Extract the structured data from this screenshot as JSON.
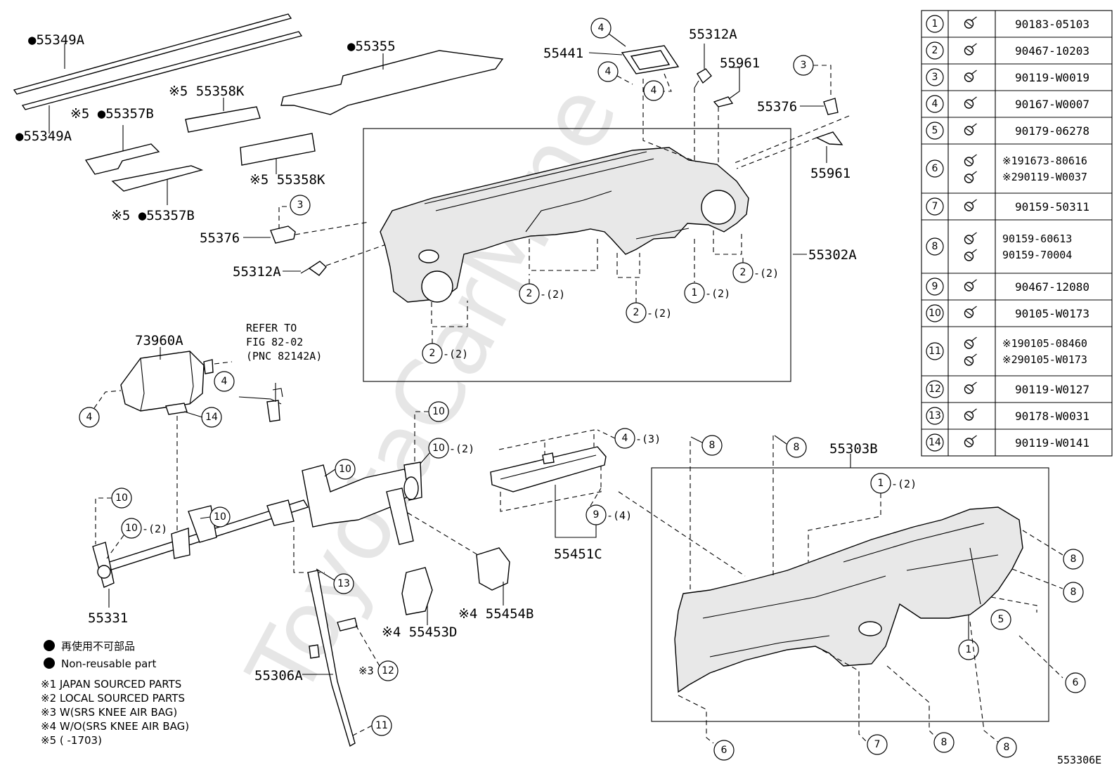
{
  "watermark": "ToyotaCarMine",
  "figure_code": "553306E",
  "labels": {
    "p55349A_top": "●55349A",
    "p55349A_bottom": "●55349A",
    "p55355": "●55355",
    "p55358K_top": "※5 55358K",
    "p55358K_bottom": "※5 55358K",
    "p55357B_top": "※5 ●55357B",
    "p55357B_bottom": "※5 ●55357B",
    "p55376_left": "55376",
    "p55312A_left": "55312A",
    "p55441": "55441",
    "p55312A_top": "55312A",
    "p55961_top": "55961",
    "p55376_right": "55376",
    "p55961_right": "55961",
    "p55302A": "55302A",
    "p73960A": "73960A",
    "refer_1": "REFER TO",
    "refer_2": "FIG 82-02",
    "refer_3": "(PNC 82142A)",
    "p55331": "55331",
    "p55306A": "55306A",
    "p55453D": "※4 55453D",
    "p55454B": "※4 55454B",
    "p55451C": "55451C",
    "p55303B": "55303B"
  },
  "callouts": {
    "c_4_a": "4",
    "c_4_b": "4",
    "c_4_c": "4",
    "c_3_a": "3",
    "c_3_b": "3",
    "c_2_a": "2",
    "c_2_b": "2",
    "c_2_c": "2",
    "c_2_d": "2",
    "c_1_a": "1",
    "c_4_d": "4",
    "c_4_e": "4",
    "c_14": "14",
    "c_10_a": "10",
    "c_10_b": "10",
    "c_10_c": "10",
    "c_10_d": "10",
    "c_10_e": "10",
    "c_10_f": "10",
    "c_13": "13",
    "c_12": "12",
    "c_11": "11",
    "c_4_f": "4",
    "c_9": "9",
    "c_8_a": "8",
    "c_8_b": "8",
    "c_1_b": "1",
    "c_8_c": "8",
    "c_8_d": "8",
    "c_5": "5",
    "c_1_c": "1",
    "c_6_a": "6",
    "c_6_b": "6",
    "c_7": "7",
    "c_8_e": "8",
    "c_8_f": "8"
  },
  "qty": {
    "q_2_a": "-(2)",
    "q_2_b": "-(2)",
    "q_2_c": "-(2)",
    "q_2_d": "-(2)",
    "q_1_a": "-(2)",
    "q_10_a": "-(2)",
    "q_10_b": "-(2)",
    "q_4_f": "-(3)",
    "q_9": "-(4)",
    "q_1_b": "-(2)"
  },
  "prefix": {
    "x3": "※3"
  },
  "legend": {
    "nonreusable_jp": "再使用不可部品",
    "nonreusable_en": "Non-reusable part",
    "note1": "※1 JAPAN SOURCED PARTS",
    "note2": "※2 LOCAL SOURCED PARTS",
    "note3": "※3 W(SRS KNEE AIR BAG)",
    "note4": "※4 W/O(SRS KNEE AIR BAG)",
    "note5": "※5 (       -1703)"
  },
  "parts_table": [
    {
      "no": "1",
      "part": "90183-05103"
    },
    {
      "no": "2",
      "part": "90467-10203"
    },
    {
      "no": "3",
      "part": "90119-W0019"
    },
    {
      "no": "4",
      "part": "90167-W0007"
    },
    {
      "no": "5",
      "part": "90179-06278"
    },
    {
      "no": "6",
      "part": "※191673-80616",
      "part2": "※290119-W0037"
    },
    {
      "no": "7",
      "part": "90159-50311"
    },
    {
      "no": "8",
      "part": "90159-60613",
      "part2": "90159-70004"
    },
    {
      "no": "9",
      "part": "90467-12080"
    },
    {
      "no": "10",
      "part": "90105-W0173"
    },
    {
      "no": "11",
      "part": "※190105-08460",
      "part2": "※290105-W0173"
    },
    {
      "no": "12",
      "part": "90119-W0127"
    },
    {
      "no": "13",
      "part": "90178-W0031"
    },
    {
      "no": "14",
      "part": "90119-W0141"
    }
  ]
}
